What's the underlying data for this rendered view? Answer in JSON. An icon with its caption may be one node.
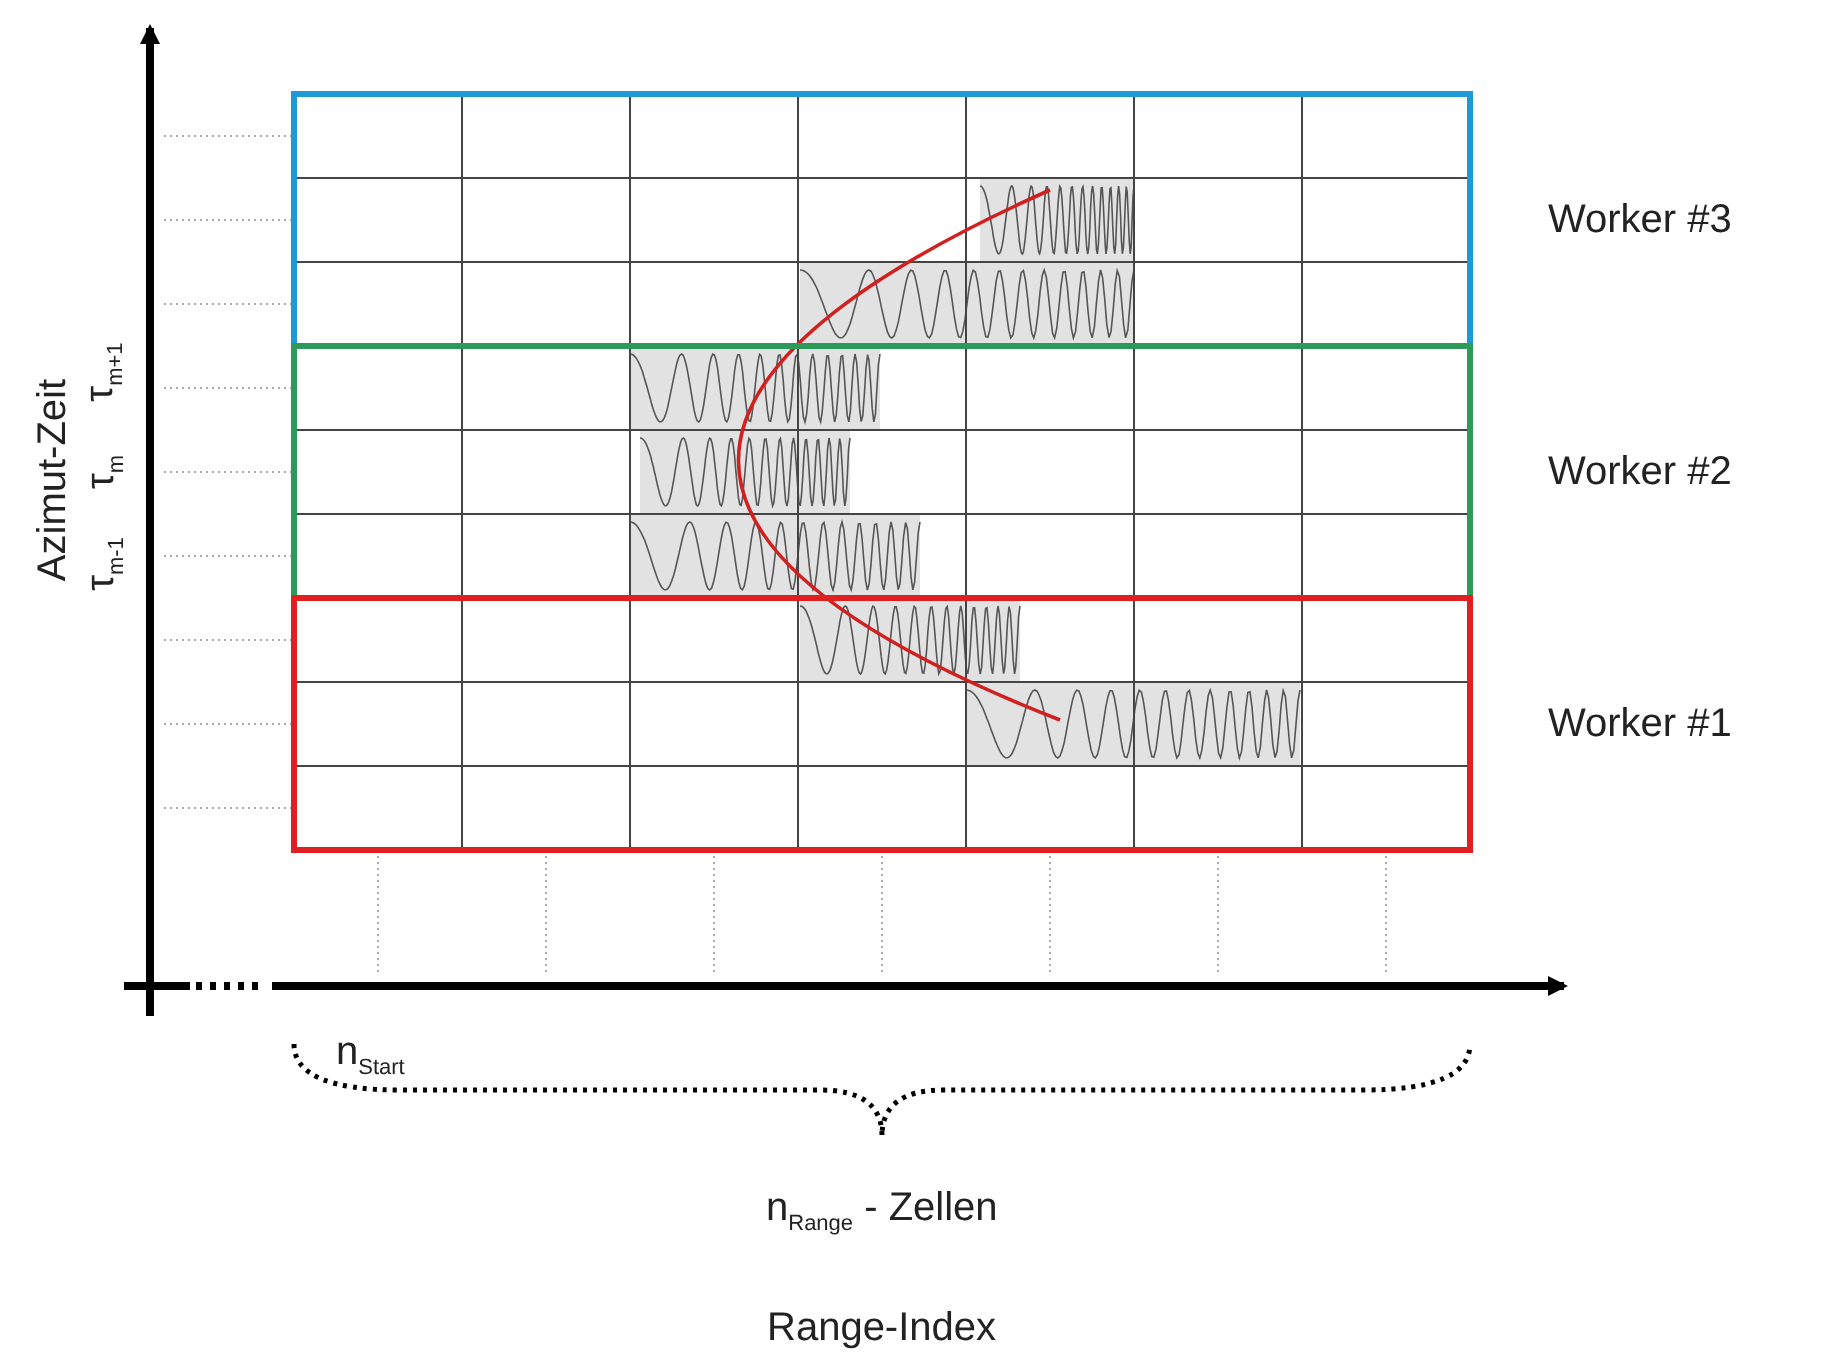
{
  "diagram": {
    "labels": [
      "Worker #3",
      "Worker #2",
      "Worker #1",
      "Azimut-Zeit",
      "τ$_{m-1}$",
      "τ$_{m}$",
      "τ$_{m+1}$",
      "n$_{Start}$",
      "n$_{Range}$ - Zellen",
      "Range-Index"
    ]
  }
}
